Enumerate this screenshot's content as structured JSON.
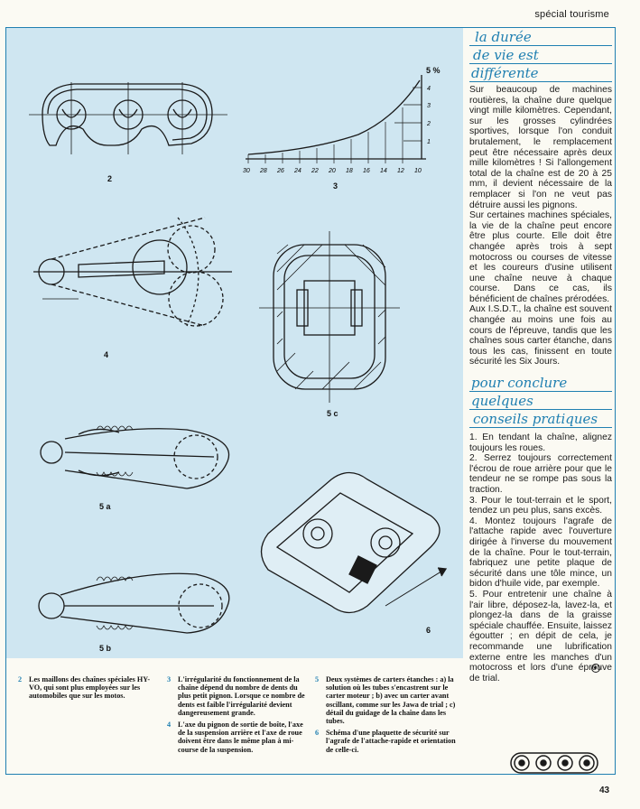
{
  "header": {
    "section": "spécial tourisme"
  },
  "figures": {
    "fig2_label": "2",
    "fig3_label": "3",
    "fig3_axis_x": [
      "30",
      "28",
      "26",
      "24",
      "22",
      "20",
      "18",
      "16",
      "14",
      "12",
      "10"
    ],
    "fig3_axis_y": [
      "1",
      "2",
      "3",
      "4"
    ],
    "fig3_unit": "5 %",
    "fig4_label": "4",
    "fig5a_label": "5 a",
    "fig5b_label": "5 b",
    "fig5c_label": "5 c",
    "fig6_label": "6"
  },
  "section1": {
    "title_lines": [
      "la durée",
      "de vie est",
      "différente"
    ],
    "paragraphs": [
      "Sur beaucoup de machines routières, la chaîne dure quelque vingt mille kilomètres. Cependant, sur les grosses cylindrées sportives, lorsque l'on conduit brutalement, le remplacement peut être nécessaire après deux mille kilomètres ! Si l'allongement total de la chaîne est de 20 à 25 mm, il devient nécessaire de la remplacer si l'on ne veut pas détruire aussi les pignons.",
      "Sur certaines machines spéciales, la vie de la chaîne peut encore être plus courte. Elle doit être changée après trois à sept motocross ou courses de vitesse et les coureurs d'usine utilisent une chaîne neuve à chaque course. Dans ce cas, ils bénéficient de chaînes prérodées.",
      "Aux I.S.D.T., la chaîne est souvent changée au moins une fois au cours de l'épreuve, tandis que les chaînes sous carter étanche, dans tous les cas, finissent en toute sécurité les Six Jours."
    ]
  },
  "section2": {
    "title_lines": [
      "pour conclure",
      "quelques",
      "conseils pratiques"
    ],
    "tips": [
      "1. En tendant la chaîne, alignez toujours les roues.",
      "2. Serrez toujours correctement l'écrou de roue arrière pour que le tendeur ne se rompe pas sous la traction.",
      "3. Pour le tout-terrain et le sport, tendez un peu plus, sans excès.",
      "4. Montez toujours l'agrafe de l'attache rapide avec l'ouverture dirigée à l'inverse du mouvement de la chaîne. Pour le tout-terrain, fabriquez une petite plaque de sécurité dans une tôle mince, un bidon d'huile vide, par exemple.",
      "5. Pour entretenir une chaîne à l'air libre, déposez-la, lavez-la, et plongez-la dans de la graisse spéciale chauffée. Ensuite, laissez égoutter ; en dépit de cela, je recommande une lubrification externe entre les manches d'un motocross et lors d'une épreuve de trial."
    ]
  },
  "captions": {
    "c2": {
      "num": "2",
      "text": "Les maillons des chaînes spéciales HY-VO, qui sont plus employées sur les automobiles que sur les motos."
    },
    "c3": {
      "num": "3",
      "text": "L'irrégularité du fonctionnement de la chaîne dépend du nombre de dents du plus petit pignon. Lorsque ce nombre de dents est faible l'irrégularité devient dangereusement grande."
    },
    "c4": {
      "num": "4",
      "text": "L'axe du pignon de sortie de boîte, l'axe de la suspension arrière et l'axe de roue doivent être dans le même plan à mi-course de la suspension."
    },
    "c5": {
      "num": "5",
      "text": "Deux systèmes de carters étanches : a) la solution où les tubes s'encastrent sur le carter moteur ; b) avec un carter avant oscillant, comme sur les Jawa de trial ; c) détail du guidage de la chaîne dans les tubes."
    },
    "c6": {
      "num": "6",
      "text": "Schéma d'une plaquette de sécurité sur l'agrafe de l'attache-rapide et orientation de celle-ci."
    }
  },
  "page_number": "43",
  "colors": {
    "accent": "#1f7fb1",
    "figure_bg": "#cfe6f1",
    "paper": "#fbfaf3"
  }
}
